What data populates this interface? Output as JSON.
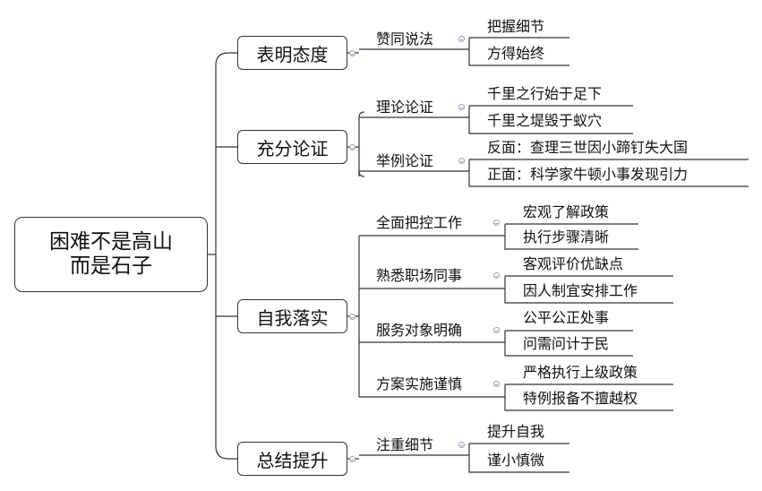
{
  "root": {
    "line1": "困难不是高山",
    "line2": "而是石子"
  },
  "branches": [
    {
      "label": "表明态度",
      "groups": [
        {
          "label": "赞同说法",
          "leaves": [
            "把握细节",
            "方得始终"
          ]
        }
      ]
    },
    {
      "label": "充分论证",
      "groups": [
        {
          "label": "理论论证",
          "leaves": [
            "千里之行始于足下",
            "千里之堤毁于蚁穴"
          ]
        },
        {
          "label": "举例论证",
          "leaves": [
            "反面：查理三世因小蹄钉失大国",
            "正面：科学家牛顿小事发现引力"
          ]
        }
      ]
    },
    {
      "label": "自我落实",
      "groups": [
        {
          "label": "全面把控工作",
          "leaves": [
            "宏观了解政策",
            "执行步骤清晰"
          ]
        },
        {
          "label": "熟悉职场同事",
          "leaves": [
            "客观评价优缺点",
            "因人制宜安排工作"
          ]
        },
        {
          "label": "服务对象明确",
          "leaves": [
            "公平公正处事",
            "问需问计于民"
          ]
        },
        {
          "label": "方案实施谨慎",
          "leaves": [
            "严格执行上级政策",
            "特例报备不擅越权"
          ]
        }
      ]
    },
    {
      "label": "总结提升",
      "groups": [
        {
          "label": "注重细节",
          "leaves": [
            "提升自我",
            "谨小慎微"
          ]
        }
      ]
    }
  ],
  "colors": {
    "line": "#333333",
    "toggle": "#8aa0c8"
  }
}
